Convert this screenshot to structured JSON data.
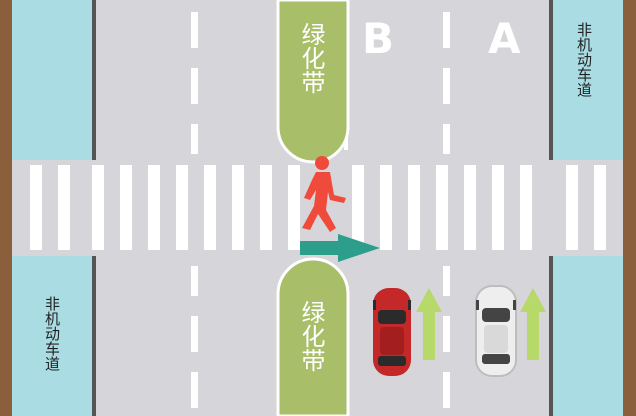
{
  "median_label": "绿化带",
  "bike_lane_label": "非机动车道",
  "lane_labels": {
    "left_lane": "B",
    "right_lane": "A"
  },
  "colors": {
    "road": "#d6d6da",
    "bike_lane": "#a9dde3",
    "median": "#a9be68",
    "brown_edge": "#8b5e3c",
    "crosswalk": "#ffffff",
    "pedestrian": "#f04a3c",
    "direction_arrow": "#2e9e8c",
    "lane_arrow": "#b7d96a",
    "red_car": "#c42828",
    "white_car": "#eeeeee"
  },
  "icons": [
    "pedestrian-icon",
    "direction-arrow-icon",
    "red-car-icon",
    "white-car-icon",
    "lane-arrow-icon"
  ]
}
